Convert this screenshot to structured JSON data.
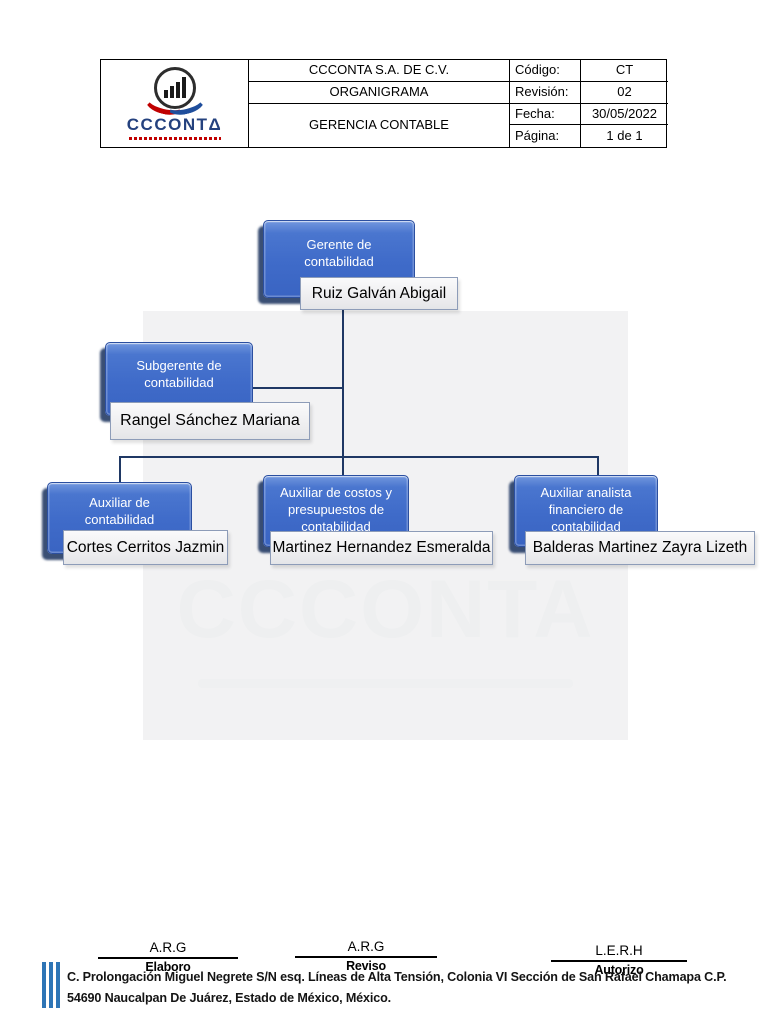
{
  "header": {
    "logo": {
      "brand": "CCCONTΔ",
      "icon": "bar-chart-circle-with-red-blue-swoosh",
      "brand_color": "#24417e",
      "tagline_color": "#c00000"
    },
    "company": "CCCONTA S.A. DE C.V.",
    "doc_type": "ORGANIGRAMA",
    "department": "GERENCIA CONTABLE",
    "meta": [
      {
        "label": "Código:",
        "value": "CT"
      },
      {
        "label": "Revisión:",
        "value": "02"
      },
      {
        "label": "Fecha:",
        "value": "30/05/2022"
      },
      {
        "label": "Página:",
        "value": "1 de 1"
      }
    ]
  },
  "org_chart": {
    "watermark": "CCCONTA",
    "node_color": "#3f6bc9",
    "connector_color": "#1f3864",
    "nodes": [
      {
        "title": "Gerente de\ncontabilidad",
        "name": "Ruiz Galván Abigail"
      },
      {
        "title": "Subgerente de\ncontabilidad",
        "name": "Rangel Sánchez Mariana"
      },
      {
        "title": "Auxiliar de\ncontabilidad",
        "name": "Cortes Cerritos Jazmin"
      },
      {
        "title": "Auxiliar de costos y\npresupuestos de\ncontabilidad",
        "name": "Martinez Hernandez Esmeralda"
      },
      {
        "title": "Auxiliar  analista\nfinanciero de\ncontabilidad",
        "name": "Balderas Martinez Zayra Lizeth"
      }
    ]
  },
  "signatures": [
    {
      "initials": "A.R.G",
      "role": "Elaboro"
    },
    {
      "initials": "A.R.G",
      "role": "Reviso"
    },
    {
      "initials": "L.E.R.H",
      "role": "Autorizo"
    }
  ],
  "footer": {
    "address_line1": "C. Prolongación Miguel Negrete S/N esq. Líneas de Alta Tensión, Colonia VI Sección de San Rafael Chamapa C.P.",
    "address_line2": "54690 Naucalpan De Juárez, Estado de México, México."
  }
}
